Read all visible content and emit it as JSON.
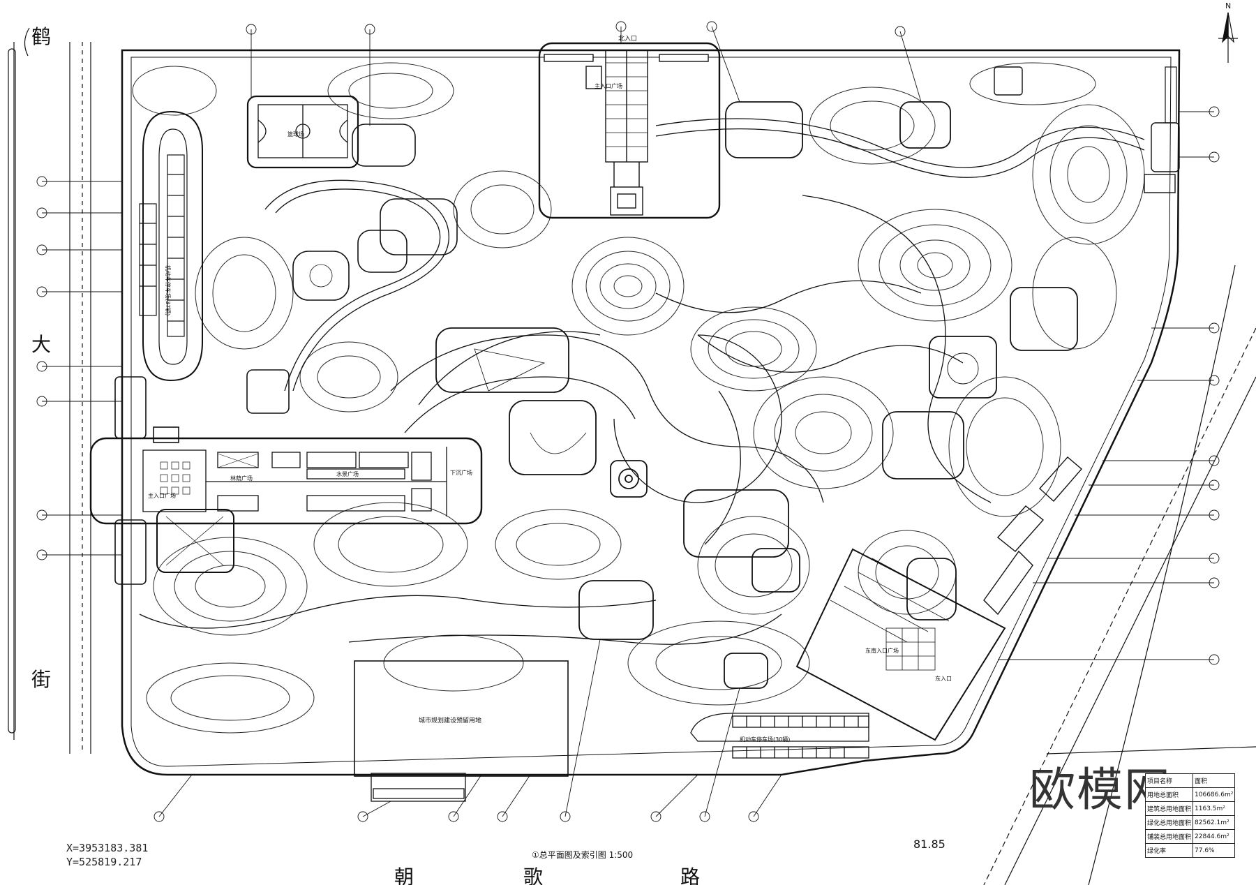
{
  "drawing": {
    "roads": {
      "he": "鹤",
      "da": "大",
      "jie": "街",
      "zhao": "朝",
      "ge": "歌",
      "lu": "路"
    },
    "coordinates": {
      "x": "X=3953183.381",
      "y": "Y=525819.217"
    },
    "elevation": "81.85",
    "plan_title": "总平面图及索引图 1:500",
    "plan_title_number": "①",
    "north_label": "N",
    "watermark": "欧模网"
  },
  "areas": {
    "north_entrance": "北入口",
    "entrance_plaza": "主入口广场",
    "basketball": "篮球场",
    "parking_west": "机动车停车场(37辆)",
    "main_entrance_plaza": "主入口广场",
    "landscape_plaza": "林荫广场",
    "water_plaza": "水景广场",
    "sunken_plaza": "下沉广场",
    "city_reserve": "城市规划建设预留用地",
    "parking_south": "机动车停车场(30辆)",
    "southeast_entrance": "东南入口广场",
    "east_entrance": "东入口"
  },
  "stats_table": {
    "header": [
      "项目名称",
      "面积"
    ],
    "rows": [
      [
        "用地总面积",
        "106686.6m²"
      ],
      [
        "建筑总用地面积",
        "1163.5m²"
      ],
      [
        "绿化总用地面积",
        "82562.1m²"
      ],
      [
        "铺装总用地面积",
        "22844.6m²"
      ],
      [
        "绿化率",
        "77.6%"
      ]
    ]
  },
  "colors": {
    "line": "#111111",
    "contour": "#2a2a2a",
    "paper": "#ffffff"
  }
}
